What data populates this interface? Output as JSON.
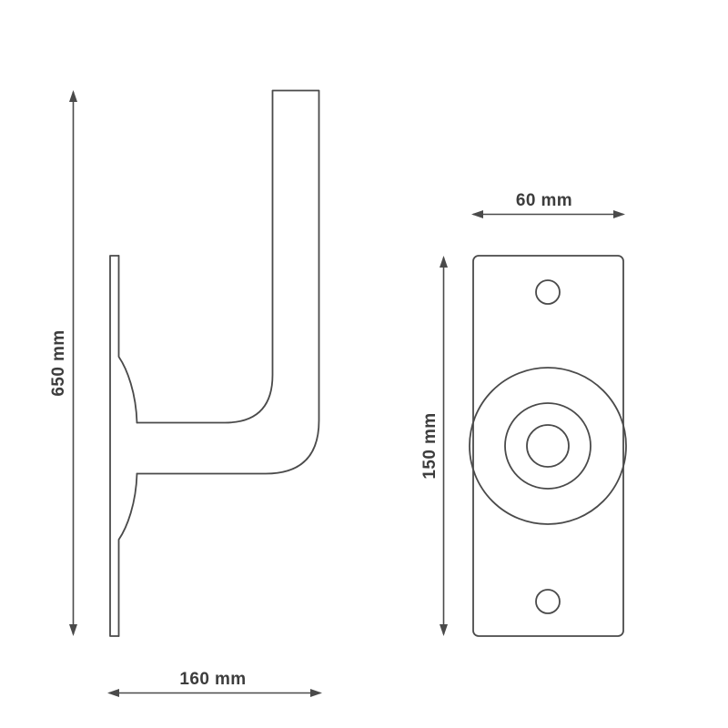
{
  "diagram": {
    "type": "technical-drawing",
    "subject": "wall-mount bracket dimension drawing, side view and front plate view",
    "line_color": "#4a4a4a",
    "text_color": "#3d3d3d",
    "background_color": "#ffffff",
    "views": {
      "side_view": {
        "name": "bracket side profile with L-shaped tube and wall plate"
      },
      "front_view": {
        "name": "mounting plate front face with two screw holes and concentric boss circles"
      }
    },
    "dimensions": {
      "overall_height": {
        "label": "650 mm",
        "value": 650,
        "unit": "mm",
        "applies_to": "side view total height"
      },
      "overall_depth": {
        "label": "160 mm",
        "value": 160,
        "unit": "mm",
        "applies_to": "side view total depth"
      },
      "plate_width": {
        "label": "60 mm",
        "value": 60,
        "unit": "mm",
        "applies_to": "front plate width"
      },
      "plate_height": {
        "label": "150 mm",
        "value": 150,
        "unit": "mm",
        "applies_to": "front plate height"
      }
    }
  }
}
